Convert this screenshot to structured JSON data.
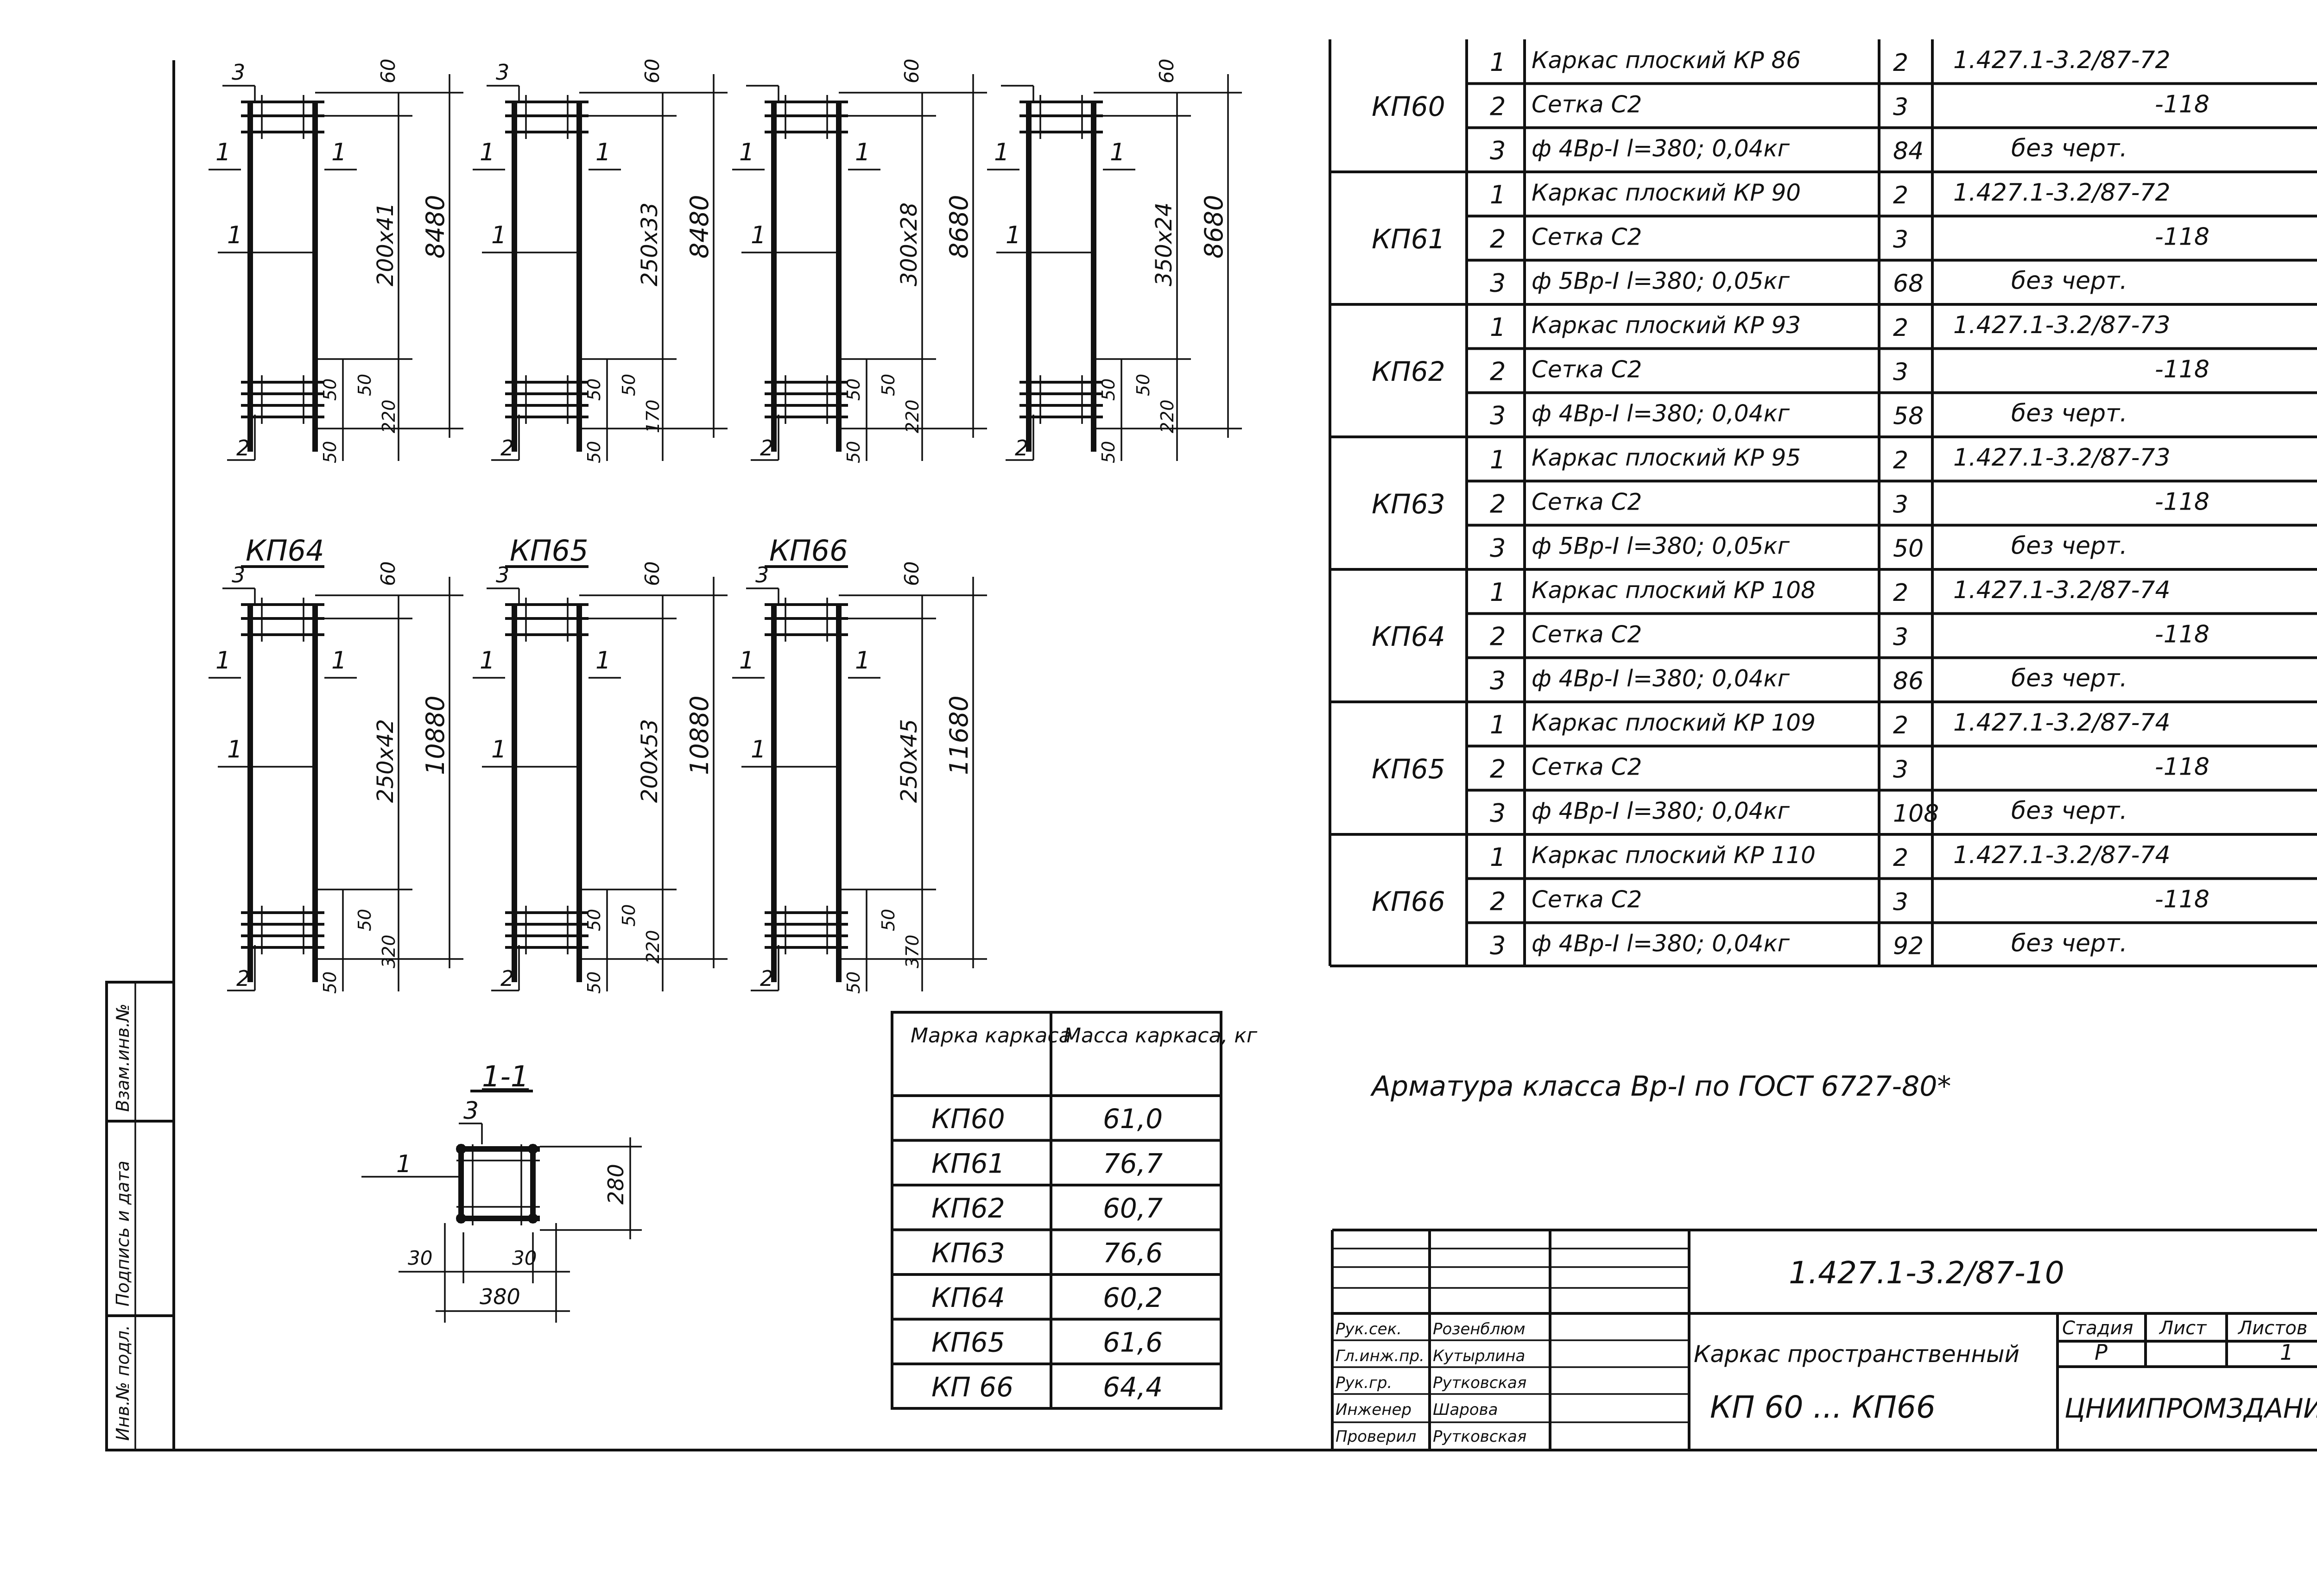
{
  "elevations": [
    {
      "label": "",
      "grid": "200х41",
      "height": "8480",
      "top": "60",
      "bottom_dims": [
        "50",
        "50",
        "220"
      ],
      "base": "50",
      "callouts": {
        "top": "3",
        "side": "1",
        "side2": "1",
        "mid": "1",
        "bottom": "2"
      }
    },
    {
      "label": "",
      "grid": "250х33",
      "height": "8480",
      "top": "60",
      "bottom_dims": [
        "50",
        "50",
        "170"
      ],
      "base": "50",
      "callouts": {
        "top": "3",
        "side": "1",
        "side2": "1",
        "mid": "1",
        "bottom": "2"
      }
    },
    {
      "label": "",
      "grid": "300х28",
      "height": "8680",
      "top": "60",
      "bottom_dims": [
        "50",
        "50",
        "220"
      ],
      "base": "50",
      "callouts": {
        "top": "",
        "side": "1",
        "side2": "1",
        "mid": "1",
        "bottom": "2"
      }
    },
    {
      "label": "",
      "grid": "350х24",
      "height": "8680",
      "top": "60",
      "bottom_dims": [
        "50",
        "50",
        "220"
      ],
      "base": "50",
      "callouts": {
        "top": "",
        "side": "1",
        "side2": "1",
        "mid": "1",
        "bottom": "2"
      }
    },
    {
      "label": "КП64",
      "grid": "250х42",
      "height": "10880",
      "top": "60",
      "bottom_dims": [
        "50",
        "320"
      ],
      "base": "50",
      "callouts": {
        "top": "3",
        "side": "1",
        "side2": "1",
        "mid": "1",
        "bottom": "2"
      }
    },
    {
      "label": "КП65",
      "grid": "200х53",
      "height": "10880",
      "top": "60",
      "bottom_dims": [
        "50",
        "50",
        "220"
      ],
      "base": "50",
      "callouts": {
        "top": "3",
        "side": "1",
        "side2": "1",
        "mid": "1",
        "bottom": "2"
      }
    },
    {
      "label": "КП66",
      "grid": "250х45",
      "height": "11680",
      "top": "60",
      "bottom_dims": [
        "50",
        "370"
      ],
      "base": "50",
      "callouts": {
        "top": "3",
        "side": "1",
        "side2": "1",
        "mid": "1",
        "bottom": "2"
      }
    }
  ],
  "section": {
    "title": "1-1",
    "callout_top": "3",
    "callout_side": "1",
    "height": "280",
    "width": "380",
    "left_offset": "30",
    "right_offset": "30"
  },
  "mass_table": {
    "headers": [
      "Марка каркаса",
      "Масса каркаса, кг"
    ],
    "rows": [
      [
        "КП60",
        "61,0"
      ],
      [
        "КП61",
        "76,7"
      ],
      [
        "КП62",
        "60,7"
      ],
      [
        "КП63",
        "76,6"
      ],
      [
        "КП64",
        "60,2"
      ],
      [
        "КП65",
        "61,6"
      ],
      [
        "КП 66",
        "64,4"
      ]
    ]
  },
  "spec_table": {
    "groups": [
      {
        "mark": "КП60",
        "rows": [
          {
            "pos": "1",
            "name": "Каркас плоский КР 86",
            "qty": "2",
            "doc": "1.427.1-3.2/87-72"
          },
          {
            "pos": "2",
            "name": "Сетка С2",
            "qty": "3",
            "doc": "-118"
          },
          {
            "pos": "3",
            "name": "ф 4Вр-I  l=380;   0,04кг",
            "qty": "84",
            "doc": "без черт."
          }
        ]
      },
      {
        "mark": "КП61",
        "rows": [
          {
            "pos": "1",
            "name": "Каркас плоский КР 90",
            "qty": "2",
            "doc": "1.427.1-3.2/87-72"
          },
          {
            "pos": "2",
            "name": "Сетка С2",
            "qty": "3",
            "doc": "-118"
          },
          {
            "pos": "3",
            "name": "ф 5Вр-I  l=380;   0,05кг",
            "qty": "68",
            "doc": "без черт."
          }
        ]
      },
      {
        "mark": "КП62",
        "rows": [
          {
            "pos": "1",
            "name": "Каркас плоский КР 93",
            "qty": "2",
            "doc": "1.427.1-3.2/87-73"
          },
          {
            "pos": "2",
            "name": "Сетка С2",
            "qty": "3",
            "doc": "-118"
          },
          {
            "pos": "3",
            "name": "ф 4Вр-I  l=380;   0,04кг",
            "qty": "58",
            "doc": "без черт."
          }
        ]
      },
      {
        "mark": "КП63",
        "rows": [
          {
            "pos": "1",
            "name": "Каркас плоский КР 95",
            "qty": "2",
            "doc": "1.427.1-3.2/87-73"
          },
          {
            "pos": "2",
            "name": "Сетка С2",
            "qty": "3",
            "doc": "-118"
          },
          {
            "pos": "3",
            "name": "ф 5Вр-I  l=380;   0,05кг",
            "qty": "50",
            "doc": "без черт."
          }
        ]
      },
      {
        "mark": "КП64",
        "rows": [
          {
            "pos": "1",
            "name": "Каркас плоский КР 108",
            "qty": "2",
            "doc": "1.427.1-3.2/87-74"
          },
          {
            "pos": "2",
            "name": "Сетка С2",
            "qty": "3",
            "doc": "-118"
          },
          {
            "pos": "3",
            "name": "ф 4Вр-I  l=380;   0,04кг",
            "qty": "86",
            "doc": "без черт."
          }
        ]
      },
      {
        "mark": "КП65",
        "rows": [
          {
            "pos": "1",
            "name": "Каркас плоский КР 109",
            "qty": "2",
            "doc": "1.427.1-3.2/87-74"
          },
          {
            "pos": "2",
            "name": "Сетка С2",
            "qty": "3",
            "doc": "-118"
          },
          {
            "pos": "3",
            "name": "ф 4Вр-I  l=380;   0,04кг",
            "qty": "108",
            "doc": "без черт."
          }
        ]
      },
      {
        "mark": "КП66",
        "rows": [
          {
            "pos": "1",
            "name": "Каркас плоский КР 110",
            "qty": "2",
            "doc": "1.427.1-3.2/87-74"
          },
          {
            "pos": "2",
            "name": "Сетка С2",
            "qty": "3",
            "doc": "-118"
          },
          {
            "pos": "3",
            "name": "ф 4Вр-I  l=380;   0,04кг",
            "qty": "92",
            "doc": "без черт."
          }
        ]
      }
    ]
  },
  "note": "Арматура класса Вр-I по ГОСТ 6727-80*",
  "left_strip": [
    "Инв.№ подл.",
    "Подпись и дата",
    "Взам.инв.№"
  ],
  "title_block": {
    "doc_code": "1.427.1-3.2/87-10",
    "signers": [
      {
        "role": "Рук.сек.",
        "name": "Розенблюм"
      },
      {
        "role": "Гл.инж.пр.",
        "name": "Кутырлина"
      },
      {
        "role": "Рук.гр.",
        "name": "Рутковская"
      },
      {
        "role": "Инженер",
        "name": "Шарова"
      },
      {
        "role": "Проверил",
        "name": "Рутковская"
      }
    ],
    "item_name": "Каркас пространственный",
    "item_marks": "КП 60 ... КП66",
    "stage_label": "Стадия",
    "sheet_label": "Лист",
    "sheets_label": "Листов",
    "stage": "Р",
    "sheet": "",
    "sheets": "1",
    "org": "ЦНИИПРОМЗДАНИЙ"
  }
}
